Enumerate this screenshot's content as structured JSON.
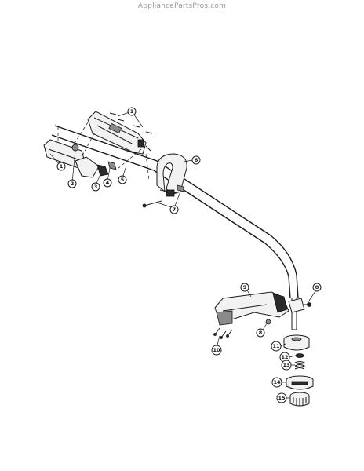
{
  "watermark": "AppliancePartsPros.com",
  "callouts": [
    "1",
    "2",
    "3",
    "4",
    "5",
    "6",
    "7",
    "8",
    "9",
    "10",
    "11",
    "12",
    "13",
    "14",
    "15"
  ],
  "callout_8_secondary": "8"
}
